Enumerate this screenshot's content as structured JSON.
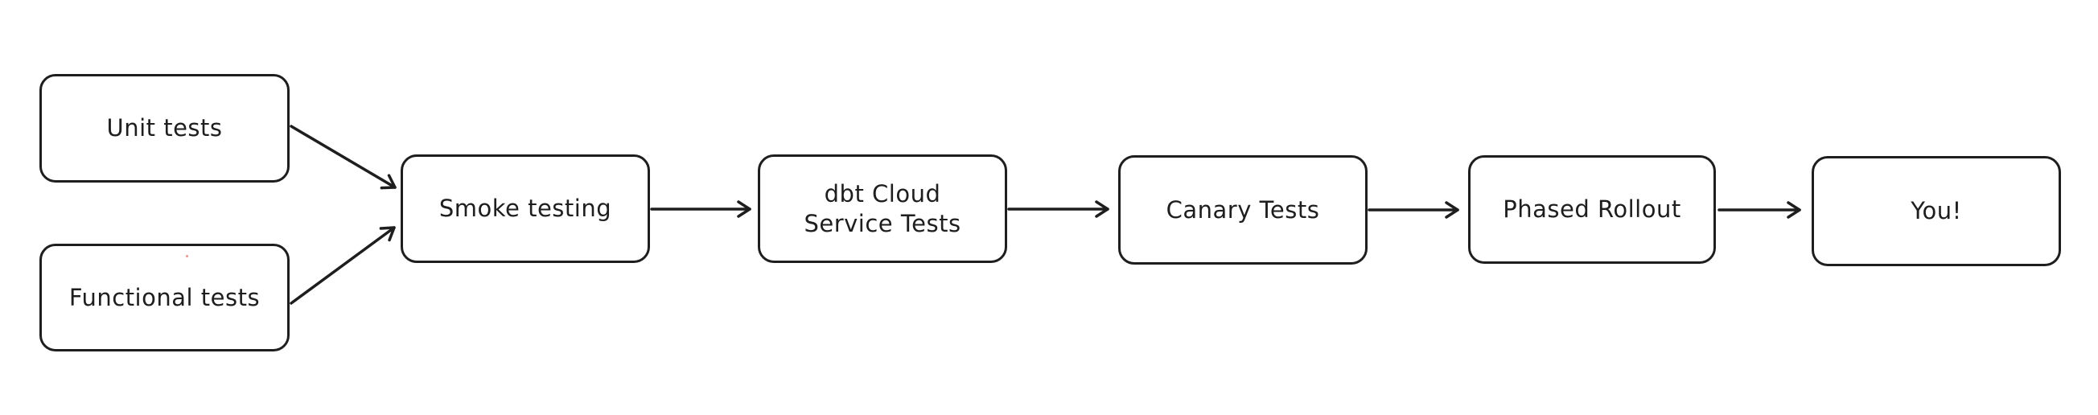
{
  "diagram": {
    "background_color": "#ffffff",
    "stroke_color": "#1e1e1e",
    "nodes": [
      {
        "id": "unit-tests",
        "label": "Unit tests"
      },
      {
        "id": "functional-tests",
        "label": "Functional tests"
      },
      {
        "id": "smoke-testing",
        "label": "Smoke testing"
      },
      {
        "id": "dbt-cloud-service-tests",
        "label": "dbt Cloud\nService Tests"
      },
      {
        "id": "canary-tests",
        "label": "Canary Tests"
      },
      {
        "id": "phased-rollout",
        "label": "Phased Rollout"
      },
      {
        "id": "you",
        "label": "You!"
      }
    ],
    "edges": [
      {
        "from": "unit-tests",
        "to": "smoke-testing"
      },
      {
        "from": "functional-tests",
        "to": "smoke-testing"
      },
      {
        "from": "smoke-testing",
        "to": "dbt-cloud-service-tests"
      },
      {
        "from": "dbt-cloud-service-tests",
        "to": "canary-tests"
      },
      {
        "from": "canary-tests",
        "to": "phased-rollout"
      },
      {
        "from": "phased-rollout",
        "to": "you"
      }
    ]
  }
}
